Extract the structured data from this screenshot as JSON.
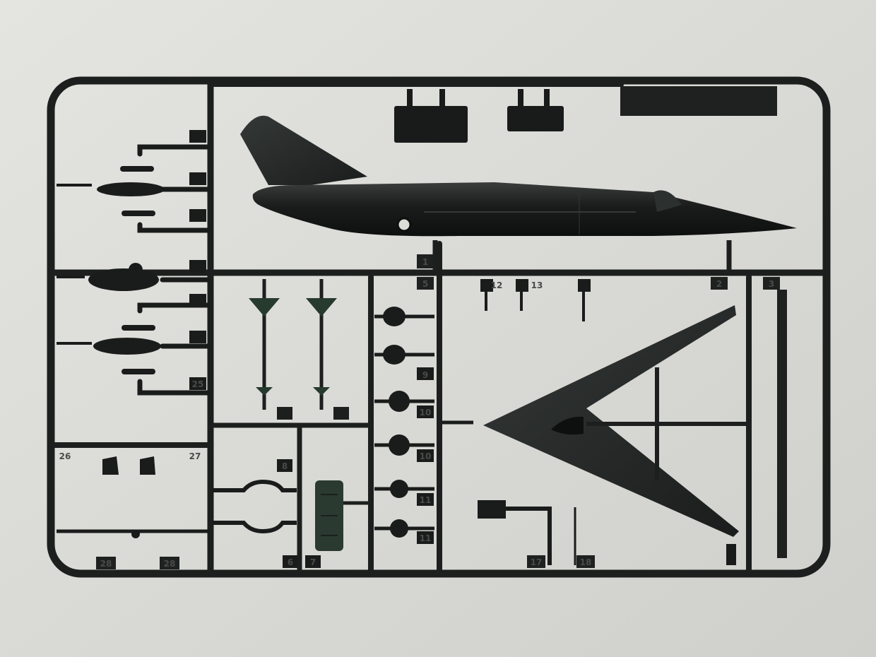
{
  "photo": {
    "background_color": "#dcdcd8",
    "plastic_color": "#1c1f1e",
    "plastic_green": "#2a3a30"
  },
  "labels": {
    "t1": "1",
    "t2": "2",
    "t3": "3",
    "t5": "5",
    "t6": "6",
    "t7": "7",
    "t8": "8",
    "t9": "9",
    "t10a": "10",
    "t10b": "10",
    "t11a": "11",
    "t11b": "11",
    "t12": "12",
    "t13": "13",
    "t17": "17",
    "t18": "18",
    "t25": "25",
    "t26": "26",
    "t27": "27",
    "t28a": "28",
    "t28b": "28"
  }
}
